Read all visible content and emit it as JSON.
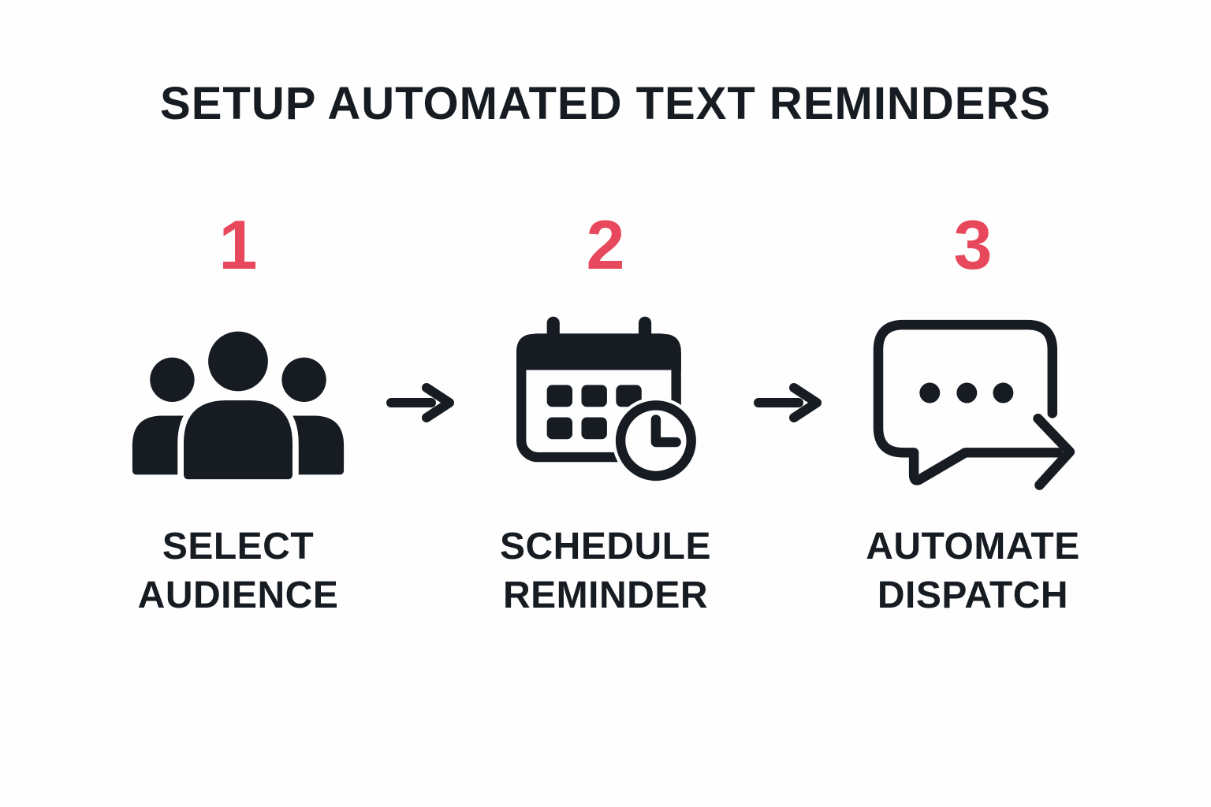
{
  "title": "SETUP AUTOMATED TEXT REMINDERS",
  "colors": {
    "ink": "#171c22",
    "accent_red": "#e8485c",
    "background": "#fefefe"
  },
  "steps": [
    {
      "number": "1",
      "icon": "audience-group-icon",
      "label_line1": "SELECT",
      "label_line2": "AUDIENCE"
    },
    {
      "number": "2",
      "icon": "calendar-clock-icon",
      "label_line1": "SCHEDULE",
      "label_line2": "REMINDER"
    },
    {
      "number": "3",
      "icon": "chat-send-arrow-icon",
      "label_line1": "AUTOMATE",
      "label_line2": "DISPATCH"
    }
  ],
  "connector": "right-arrow-icon"
}
